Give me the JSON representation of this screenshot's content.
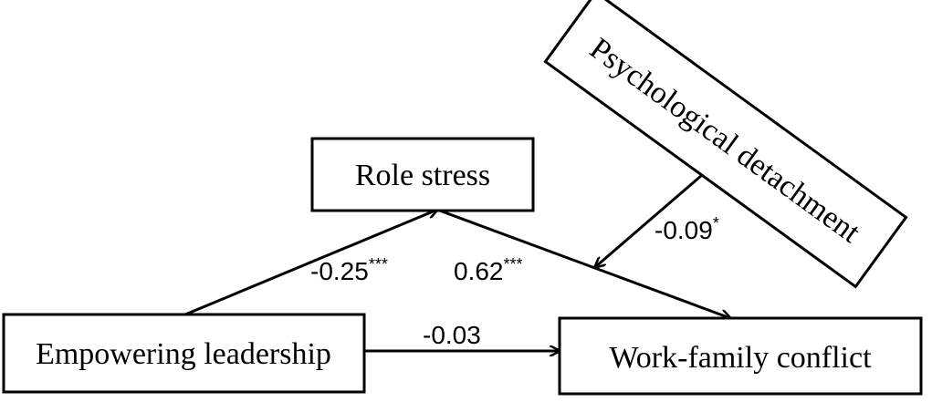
{
  "nodes": {
    "empowering_leadership": "Empowering leadership",
    "role_stress": "Role stress",
    "work_family_conflict": "Work-family conflict",
    "psychological_detachment": "Psychological detachment"
  },
  "paths": {
    "leadership_to_stress": {
      "value": "-0.25",
      "sig": "***"
    },
    "stress_to_conflict": {
      "value": "0.62",
      "sig": "***"
    },
    "leadership_to_conflict": {
      "value": "-0.03",
      "sig": ""
    },
    "detachment_moderation": {
      "value": "-0.09",
      "sig": "*"
    }
  },
  "colors": {
    "line": "#000000",
    "box_fill": "#ffffff"
  }
}
